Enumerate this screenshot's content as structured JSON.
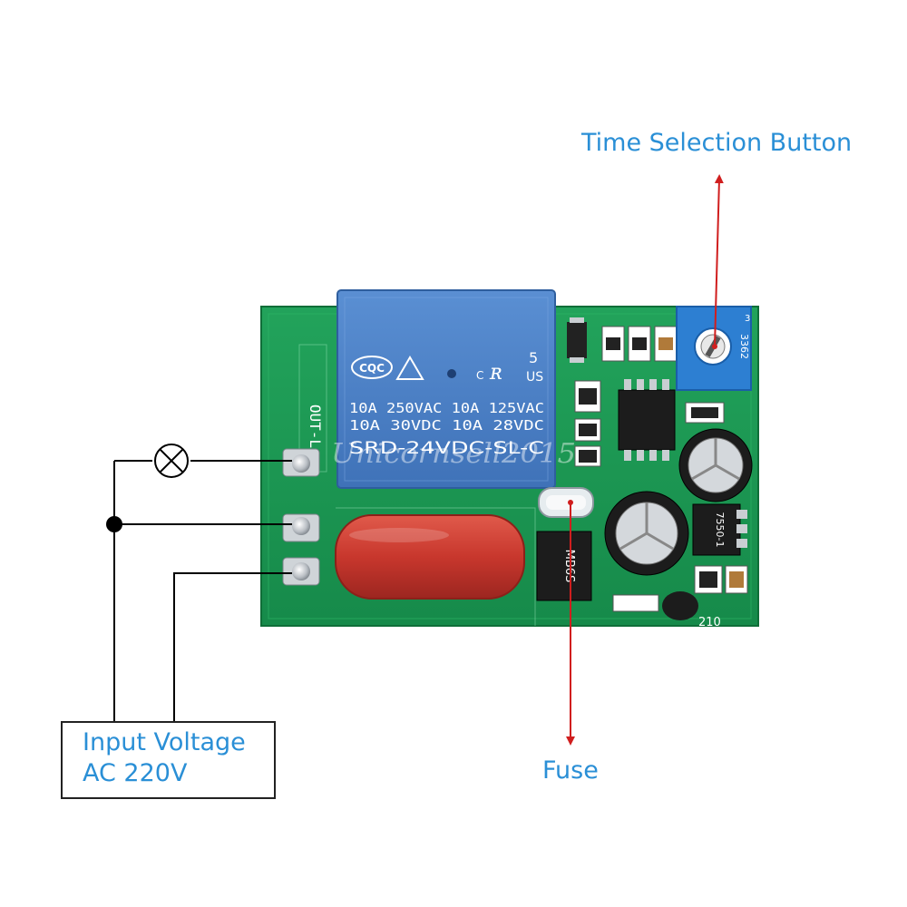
{
  "labels": {
    "time_selection": "Time Selection Button",
    "fuse": "Fuse",
    "input_voltage_line1": "Input Voltage",
    "input_voltage_line2": "AC 220V"
  },
  "relay": {
    "cert_left": "CQC",
    "cert_number": "5",
    "cert_us": "US",
    "cert_c": "C",
    "rating_line1": "10A 250VAC  10A 125VAC",
    "rating_line2": "10A  30VDC  10A  28VDC",
    "model": "SRD-24VDC-SL-C"
  },
  "board": {
    "out_label": "OUT-L",
    "pot_code": "3362",
    "pot_pin": "3",
    "rectifier_code": "MB6S",
    "regulator_code": "7550-1",
    "fuse_code": "210"
  },
  "watermark": "Unicornsell2015",
  "colors": {
    "label_blue": "#2a8fd6",
    "pcb_green": "#1f9a55",
    "relay_blue": "#4a7fc4",
    "capacitor_red": "#c8372d",
    "arrow_red": "#d01e1e",
    "pot_blue": "#2d7fd2"
  }
}
